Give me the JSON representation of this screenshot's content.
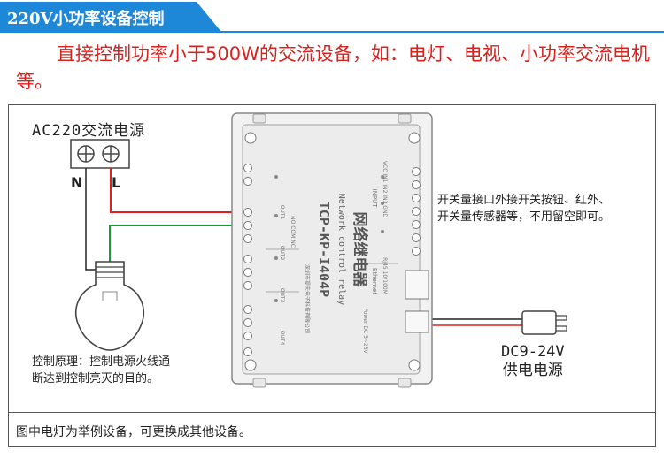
{
  "header": {
    "title": "220V小功率设备控制"
  },
  "intro": {
    "text": "直接控制功率小于500W的交流设备，如：电灯、电视、小功率交流电机等。"
  },
  "ac_source": {
    "label": "AC220交流电源",
    "n_label": "N",
    "l_label": "L"
  },
  "module": {
    "name": "网络继电器",
    "subtitle": "Network control relay",
    "model": "TCP-KP-I404P",
    "input_label": "INPUT",
    "ethernet_label": "Ethernet",
    "power_label": "Power DC 5~28V",
    "port_label": "RJ45 10/100M",
    "out_labels": [
      "OUT1",
      "OUT2",
      "OUT3",
      "OUT4"
    ],
    "contact_label": "NO COM NC",
    "input_pins": "VCC IN1 IN2 IN3 GND",
    "company": "深圳市提夫电子科技有限公司"
  },
  "notes": {
    "switch_line1": "开关量接口外接开关按钮、红外、",
    "switch_line2": "开关量传感器等，不用留空即可。",
    "principle_line1": "控制原理：控制电源火线通",
    "principle_line2": "断达到控制亮灭的目的。",
    "dc_line1": "DC9-24V",
    "dc_line2": "供电电源",
    "footer": "图中电灯为举例设备，可更换成其他设备。"
  },
  "colors": {
    "accent": "#1e88d8",
    "intro_text": "#d8221e",
    "live_wire": "#e02020",
    "neutral_wire": "#1a9a3a",
    "outline": "#555555"
  }
}
